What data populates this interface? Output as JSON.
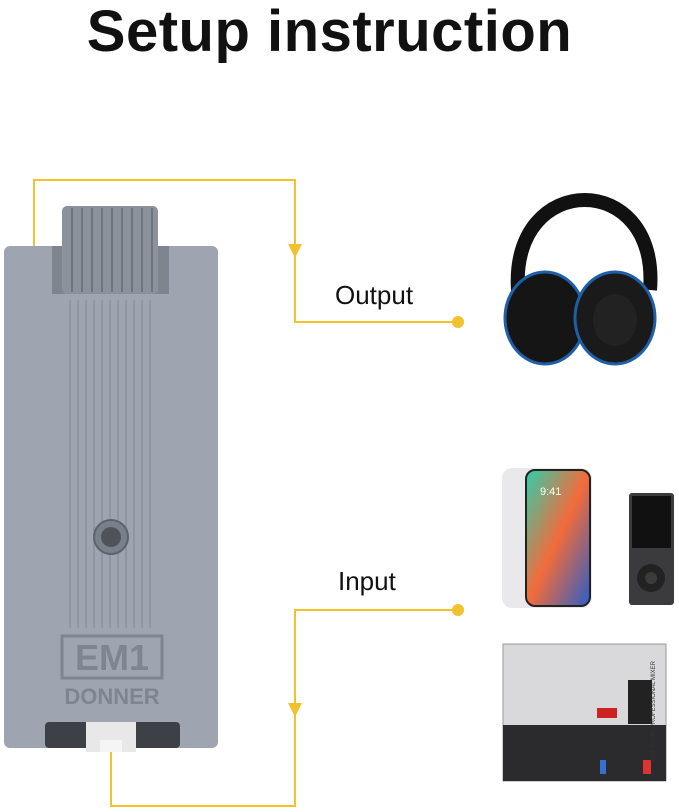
{
  "title": "Setup instruction",
  "labels": {
    "output": "Output",
    "input": "Input"
  },
  "device": {
    "model": "EM1",
    "brand": "DONNER"
  },
  "phone": {
    "time": "9:41"
  },
  "mixer": {
    "side_text": "DSP ECHO PROFESSIONAL MIXER"
  },
  "colors": {
    "line": "#f2c12e",
    "body": "#9ea5b0"
  }
}
